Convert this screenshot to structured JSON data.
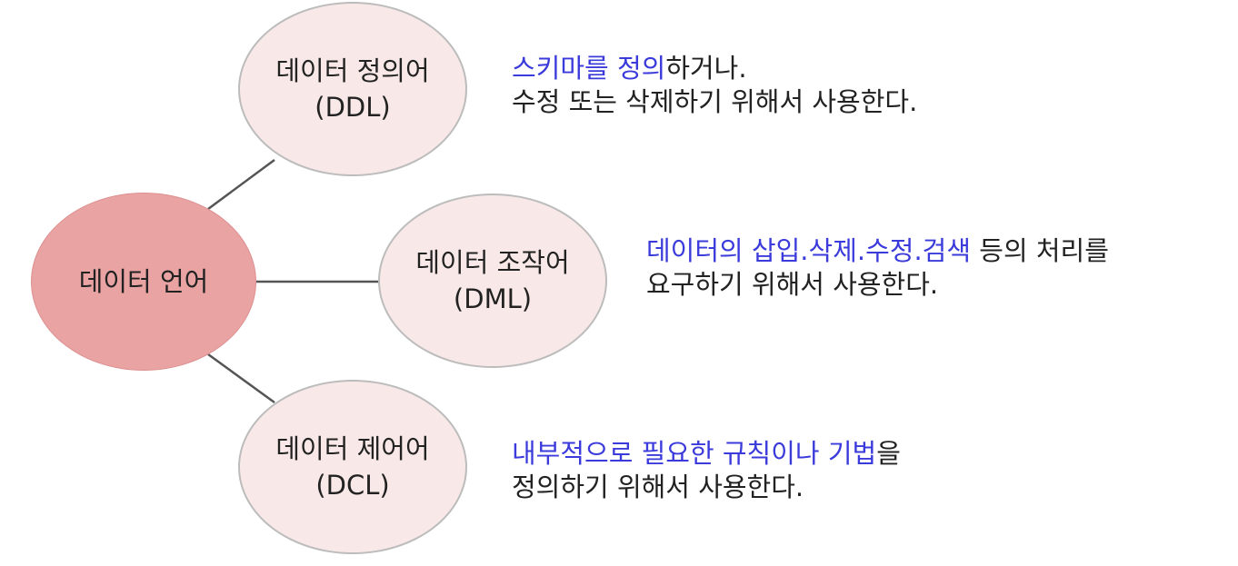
{
  "center": {
    "label": "데이터 언어",
    "color": "#e9a3a3"
  },
  "branches": [
    {
      "id": "ddl",
      "line1": "데이터 정의어",
      "line2": "(DDL)",
      "desc_highlight": "스키마를 정의",
      "desc_rest": "하거나.",
      "desc_line2": "수정 또는 삭제하기 위해서 사용한다."
    },
    {
      "id": "dml",
      "line1": "데이터 조작어",
      "line2": "(DML)",
      "desc_highlight": "데이터의 삽입.삭제.수정.검색",
      "desc_rest": " 등의 처리를",
      "desc_line2": "요구하기 위해서 사용한다."
    },
    {
      "id": "dcl",
      "line1": "데이터 제어어",
      "line2": "(DCL)",
      "desc_highlight": "내부적으로 필요한 규칙이나 기법",
      "desc_rest": "을",
      "desc_line2": "정의하기 위해서 사용한다."
    }
  ],
  "colors": {
    "branch_fill": "#f8e9e8",
    "branch_border": "#bcbcbc",
    "highlight_text": "#3b3bdc",
    "connector": "#555555"
  }
}
